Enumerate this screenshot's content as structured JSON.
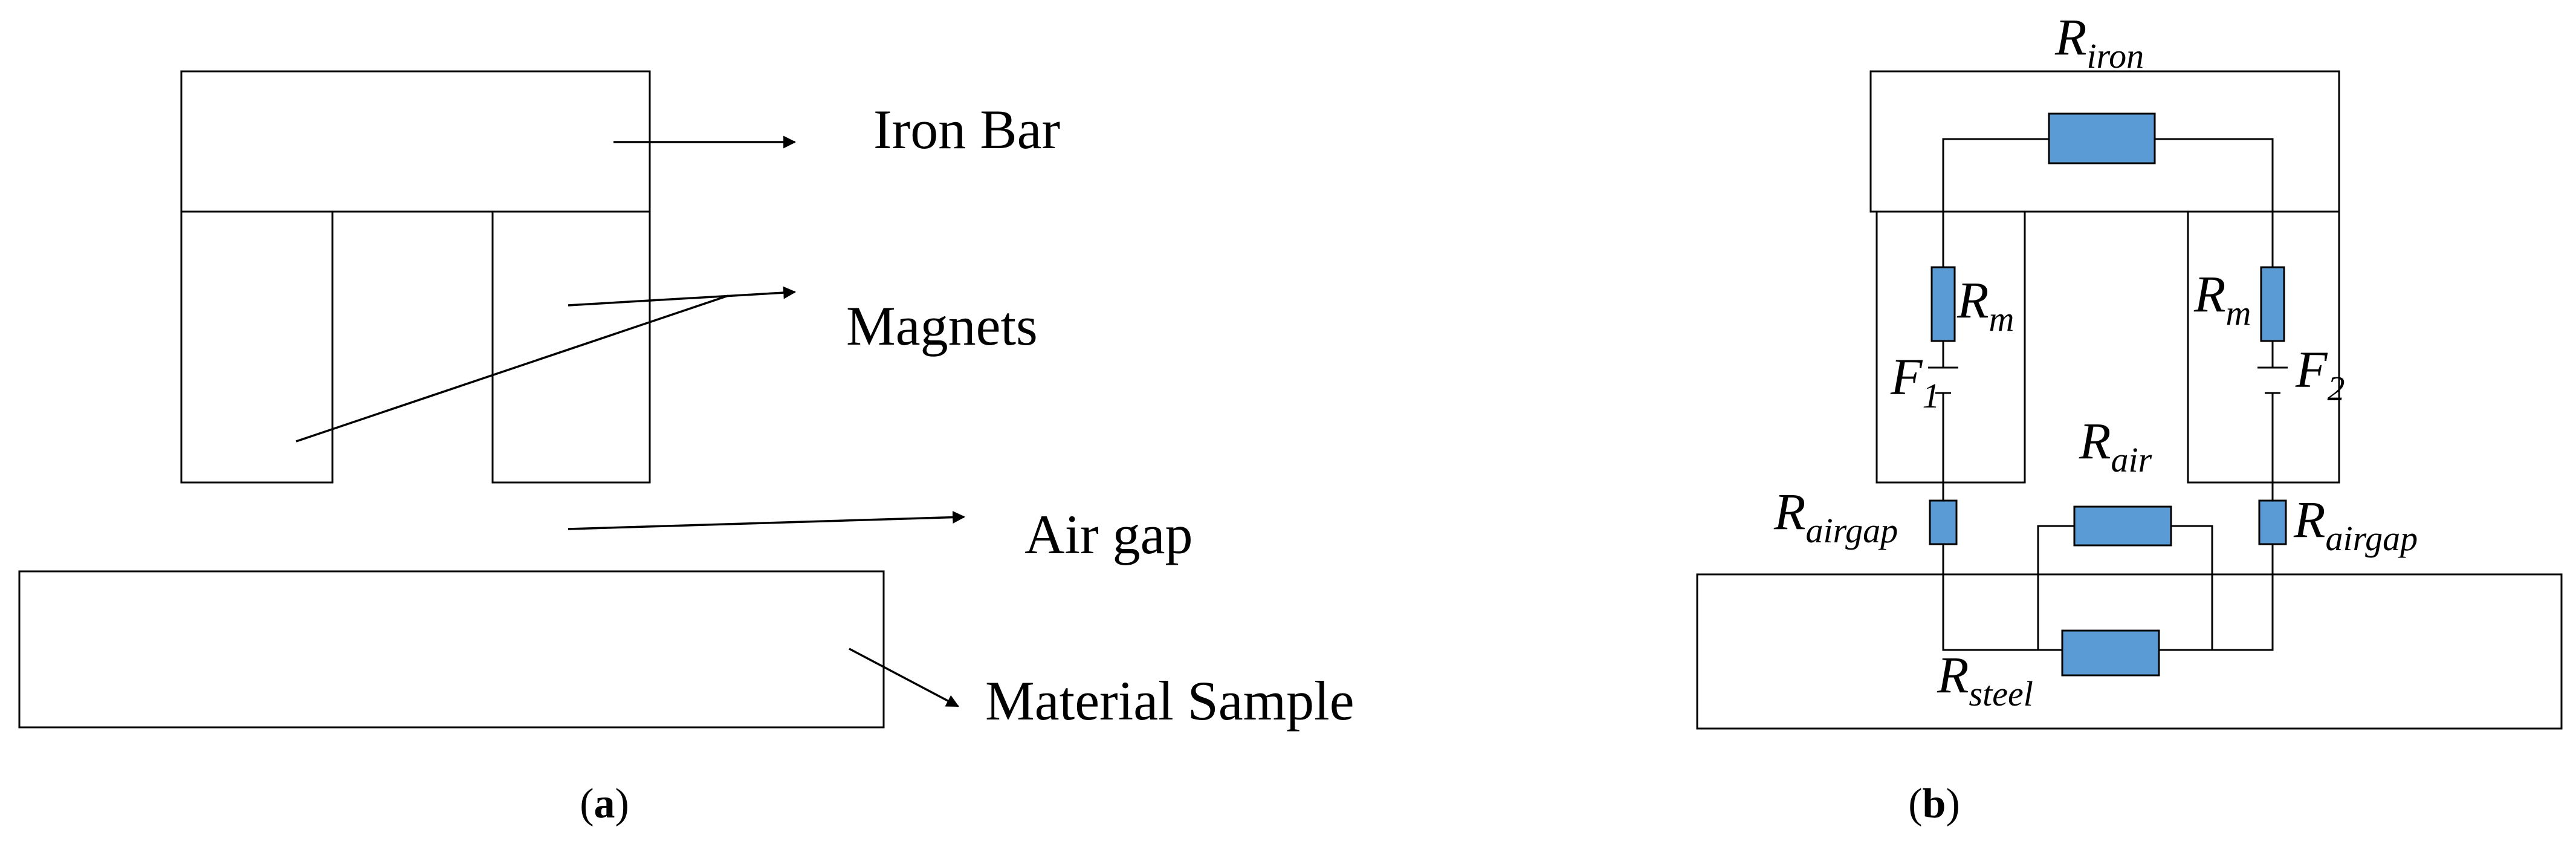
{
  "panel_a": {
    "labels": {
      "iron_bar": "Iron Bar",
      "magnets": "Magnets",
      "air_gap": "Air gap",
      "material_sample": "Material Sample"
    },
    "caption": {
      "open": "(",
      "letter": "a",
      "close": ")"
    }
  },
  "panel_b": {
    "r_iron": {
      "main": "R",
      "sub": "iron"
    },
    "r_m_left": {
      "main": "R",
      "sub": "m"
    },
    "r_m_right": {
      "main": "R",
      "sub": "m"
    },
    "f1": {
      "main": "F",
      "sub": "1"
    },
    "f2": {
      "main": "F",
      "sub": "2"
    },
    "r_air": {
      "main": "R",
      "sub": "air"
    },
    "r_airgap_left": {
      "main": "R",
      "sub": "airgap"
    },
    "r_airgap_right": {
      "main": "R",
      "sub": "airgap"
    },
    "r_steel": {
      "main": "R",
      "sub": "steel"
    },
    "caption": {
      "open": "(",
      "letter": "b",
      "close": ")"
    }
  },
  "colors": {
    "resistor_fill": "#5b9bd5",
    "line": "#000000"
  }
}
